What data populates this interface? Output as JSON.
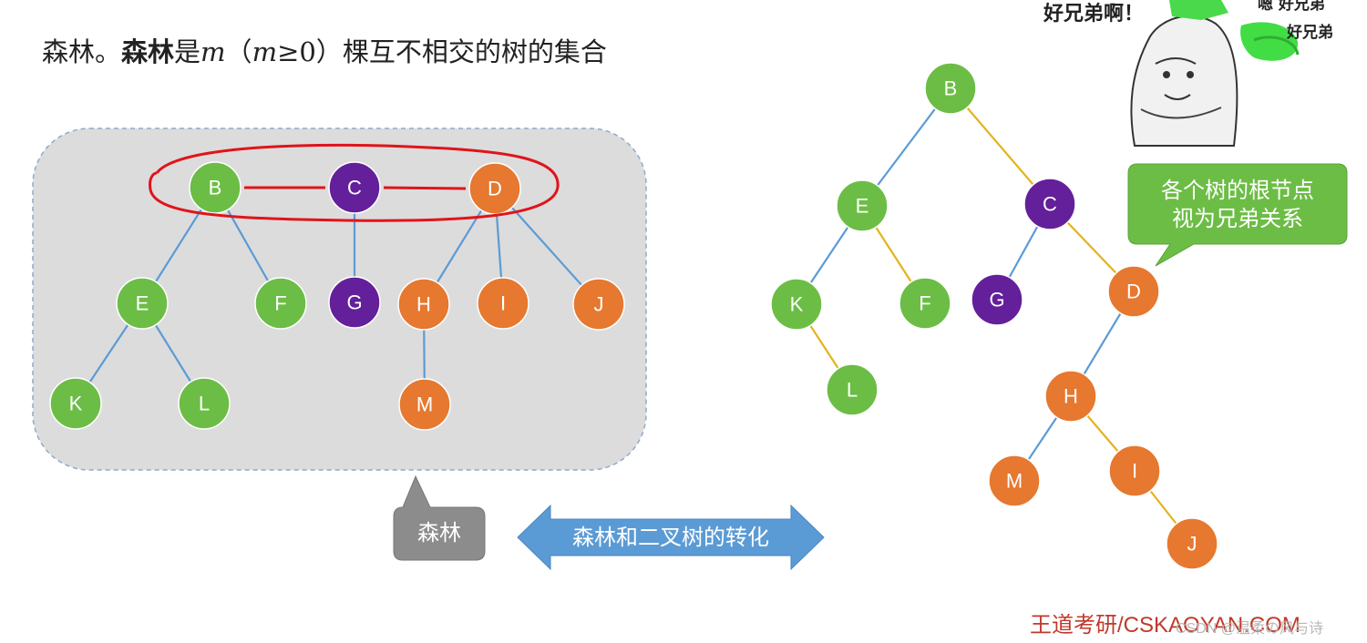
{
  "heading": {
    "prefix": "森林。",
    "term": "森林",
    "is": "是",
    "m": "m",
    "condition_open": "（",
    "condition_m": "m",
    "condition_rest": "≥0）",
    "suffix": "棵互不相交的树的集合"
  },
  "colors": {
    "green": "#6cbd45",
    "purple": "#63209a",
    "orange": "#e6782f",
    "child_edge": "#5b9bd5",
    "sibling_edge": "#e3b31b",
    "red_ink": "#e0141a",
    "forest_bg": "#dcdcdc",
    "callout_gray": "#8c8c8c",
    "callout_green": "#6cbd45",
    "arrow_blue": "#5b9bd5"
  },
  "forest": {
    "nodes": [
      {
        "id": "B",
        "label": "B",
        "color": "green"
      },
      {
        "id": "C",
        "label": "C",
        "color": "purple"
      },
      {
        "id": "D",
        "label": "D",
        "color": "orange"
      },
      {
        "id": "E",
        "label": "E",
        "color": "green"
      },
      {
        "id": "F",
        "label": "F",
        "color": "green"
      },
      {
        "id": "G",
        "label": "G",
        "color": "purple"
      },
      {
        "id": "H",
        "label": "H",
        "color": "orange"
      },
      {
        "id": "I",
        "label": "I",
        "color": "orange"
      },
      {
        "id": "J",
        "label": "J",
        "color": "orange"
      },
      {
        "id": "K",
        "label": "K",
        "color": "green"
      },
      {
        "id": "L",
        "label": "L",
        "color": "green"
      },
      {
        "id": "M",
        "label": "M",
        "color": "orange"
      }
    ],
    "edges": [
      [
        "B",
        "E"
      ],
      [
        "B",
        "F"
      ],
      [
        "C",
        "G"
      ],
      [
        "D",
        "H"
      ],
      [
        "D",
        "I"
      ],
      [
        "D",
        "J"
      ],
      [
        "E",
        "K"
      ],
      [
        "E",
        "L"
      ],
      [
        "H",
        "M"
      ]
    ],
    "root_links": [
      [
        "B",
        "C"
      ],
      [
        "C",
        "D"
      ]
    ]
  },
  "binary_tree": {
    "nodes": [
      {
        "id": "B",
        "label": "B",
        "color": "green"
      },
      {
        "id": "E",
        "label": "E",
        "color": "green"
      },
      {
        "id": "C",
        "label": "C",
        "color": "purple"
      },
      {
        "id": "K",
        "label": "K",
        "color": "green"
      },
      {
        "id": "F",
        "label": "F",
        "color": "green"
      },
      {
        "id": "G",
        "label": "G",
        "color": "purple"
      },
      {
        "id": "D",
        "label": "D",
        "color": "orange"
      },
      {
        "id": "L",
        "label": "L",
        "color": "green"
      },
      {
        "id": "H",
        "label": "H",
        "color": "orange"
      },
      {
        "id": "M",
        "label": "M",
        "color": "orange"
      },
      {
        "id": "I",
        "label": "I",
        "color": "orange"
      },
      {
        "id": "J",
        "label": "J",
        "color": "orange"
      }
    ],
    "left_edges": [
      [
        "B",
        "E"
      ],
      [
        "E",
        "K"
      ],
      [
        "C",
        "G"
      ],
      [
        "D",
        "H"
      ],
      [
        "H",
        "M"
      ]
    ],
    "right_edges": [
      [
        "B",
        "C"
      ],
      [
        "E",
        "F"
      ],
      [
        "K",
        "L"
      ],
      [
        "C",
        "D"
      ],
      [
        "H",
        "I"
      ],
      [
        "I",
        "J"
      ]
    ]
  },
  "callouts": {
    "forest_label": "森林",
    "siblings_line1": "各个树的根节点",
    "siblings_line2": "视为兄弟关系",
    "conversion": "森林和二叉树的转化"
  },
  "meme": {
    "shout": "好兄弟啊！",
    "reply1": "嗯 好兄弟",
    "reply2": "好兄弟"
  },
  "footer": {
    "brand": "王道考研/CSKAOYAN.COM",
    "credit": "CSDN @温柔の风与诗"
  }
}
